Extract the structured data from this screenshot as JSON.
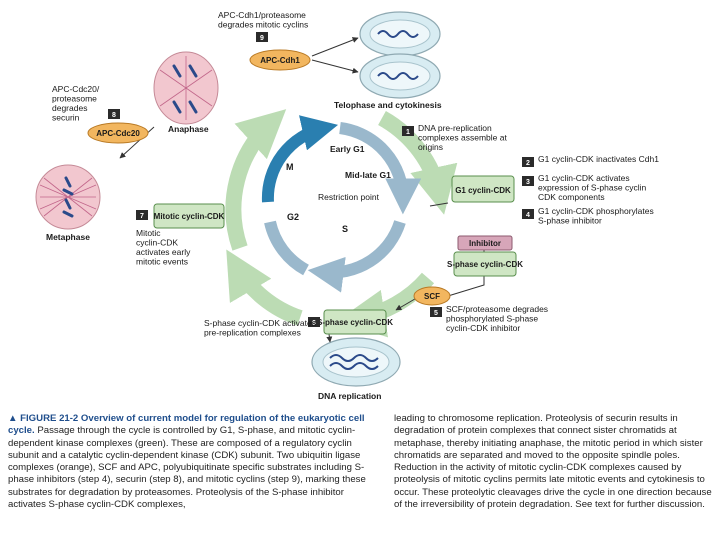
{
  "diagram": {
    "phases": {
      "M": "M",
      "G1_early": "Early G1",
      "G1_mid": "Mid-late G1",
      "restriction": "Restriction point",
      "S": "S",
      "G2": "G2"
    },
    "complexes": {
      "apc_cdh1": "APC-Cdh1",
      "apc_cdc20": "APC-Cdc20",
      "scf": "SCF",
      "g1_cdk": "G1 cyclin-CDK",
      "mitotic_cdk": "Mitotic cyclin-CDK",
      "s_phase_cdk": "S-phase cyclin-CDK",
      "inhibitor": "Inhibitor"
    },
    "cells": {
      "metaphase": "Metaphase",
      "anaphase": "Anaphase",
      "telophase": "Telophase and cytokinesis",
      "dna_replication": "DNA replication"
    },
    "steps": [
      {
        "num": "1",
        "text": "DNA pre-replication complexes assemble at origins"
      },
      {
        "num": "2",
        "text": "G1 cyclin-CDK inactivates Cdh1"
      },
      {
        "num": "3",
        "text": "G1 cyclin-CDK activates expression of S-phase cyclin CDK components"
      },
      {
        "num": "4",
        "text": "G1 cyclin-CDK phosphorylates S-phase inhibitor"
      },
      {
        "num": "5",
        "text": "SCF/proteasome degrades phosphorylated S-phase cyclin-CDK inhibitor"
      },
      {
        "num": "6",
        "text": "S-phase cyclin-CDK activates pre-replication complexes"
      },
      {
        "num": "7",
        "text": "Mitotic cyclin-CDK activates early mitotic events"
      },
      {
        "num": "8",
        "text": "APC-Cdc20/ proteasome degrades securin"
      },
      {
        "num": "9",
        "text": "APC-Cdh1/proteasome degrades mitotic cyclins"
      }
    ],
    "colors": {
      "green_pill": "#cfe6c4",
      "green_border": "#5a8f4e",
      "orange_pill": "#f2b65f",
      "orange_border": "#b97a25",
      "inhibitor_pill": "#d7a6b9",
      "step_box": "#2b2b2b",
      "cycle_dark_blue": "#2a7fb0",
      "cycle_light_blue": "#9ab8cc",
      "outer_green": "#bcdcb4",
      "caption_head": "#1f4e8c"
    }
  },
  "caption": {
    "head": "▲ FIGURE 21-2 Overview of current model for regulation of the eukaryotic cell cycle.",
    "left_body": "Passage through the cycle is controlled by G1, S-phase, and mitotic cyclin-dependent kinase complexes (green). These are composed of a regulatory cyclin subunit and a catalytic cyclin-dependent kinase (CDK) subunit. Two ubiquitin ligase complexes (orange), SCF and APC, polyubiquitinate specific substrates including S-phase inhibitors (step 4), securin (step 8), and mitotic cyclins (step 9), marking these substrates for degradation by proteasomes. Proteolysis of the S-phase inhibitor activates S-phase cyclin-CDK complexes,",
    "right_body": "leading to chromosome replication. Proteolysis of securin results in degradation of protein complexes that connect sister chromatids at metaphase, thereby initiating anaphase, the mitotic period in which sister chromatids are separated and moved to the opposite spindle poles. Reduction in the activity of mitotic cyclin-CDK complexes caused by proteolysis of mitotic cyclins permits late mitotic events and cytokinesis to occur. These proteolytic cleavages drive the cycle in one direction because of the irreversibility of protein degradation. See text for further discussion."
  }
}
